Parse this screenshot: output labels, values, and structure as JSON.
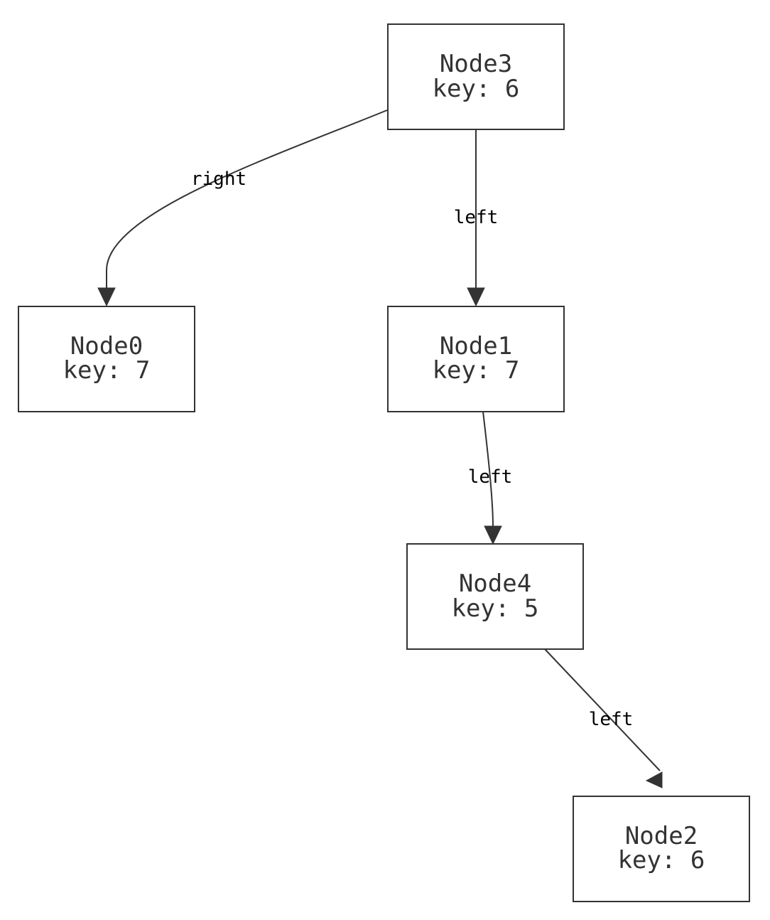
{
  "nodes": [
    {
      "id": "node3",
      "name": "Node3",
      "key": "key: 6"
    },
    {
      "id": "node0",
      "name": "Node0",
      "key": "key: 7"
    },
    {
      "id": "node1",
      "name": "Node1",
      "key": "key: 7"
    },
    {
      "id": "node4",
      "name": "Node4",
      "key": "key: 5"
    },
    {
      "id": "node2",
      "name": "Node2",
      "key": "key: 6"
    }
  ],
  "edges": [
    {
      "from": "Node3",
      "to": "Node0",
      "label": "right"
    },
    {
      "from": "Node3",
      "to": "Node1",
      "label": "left"
    },
    {
      "from": "Node1",
      "to": "Node4",
      "label": "left"
    },
    {
      "from": "Node4",
      "to": "Node2",
      "label": "left"
    }
  ],
  "colors": {
    "stroke": "#333333",
    "text": "#333333",
    "edge_label": "#000000",
    "background": "#ffffff"
  }
}
